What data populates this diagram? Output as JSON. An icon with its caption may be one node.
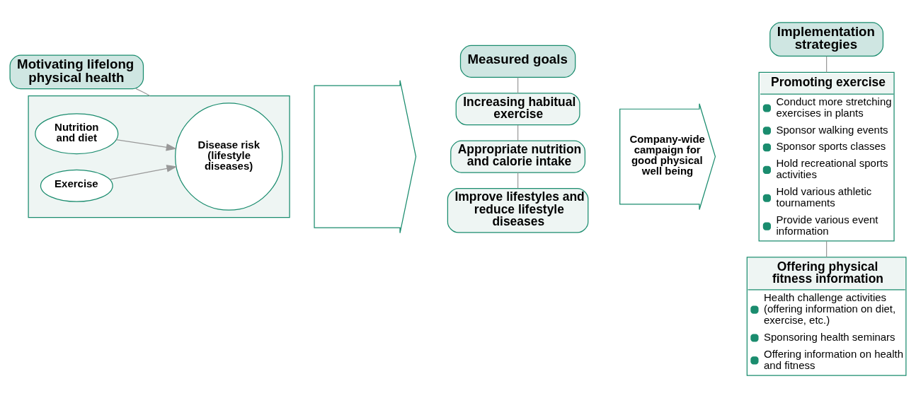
{
  "diagram": {
    "nodes": [
      {
        "text": [
          "Motivating lifelong physical health"
        ]
      },
      {
        "text": [],
        "shape": "box"
      },
      {
        "text": [
          "Nutrition and diet"
        ],
        "in": 1
      },
      {
        "text": [
          "Exercise"
        ],
        "in": 1
      },
      {
        "text": [
          "Disease risk (lifestyle diseases)"
        ],
        "in": 1
      },
      {
        "text": [],
        "shape": "arrow"
      },
      {
        "text": [
          "Measured goals"
        ]
      },
      {
        "text": [
          "Increasing habitual exercise"
        ]
      },
      {
        "text": [
          "Appropriate nutrition and calorie intake"
        ]
      },
      {
        "text": [
          "Improve lifestyles and reduce lifestyle diseases"
        ]
      },
      {
        "text": [
          "Company-wide campaign for good physical well being"
        ]
      },
      {
        "text": [
          "Implementation strategies"
        ]
      },
      {
        "text": [
          "Promoting exercise",
          "Conduct more stretching exercises in plants",
          "Sponsor walking events",
          "Sponsor sports classes",
          "Hold recreational sports activities",
          "Hold various athletic tournaments",
          "Provide various event information"
        ]
      },
      {
        "text": [
          "Offering physical fitness information",
          "Health challenge activities (offering information on diet, exercise, etc.)",
          "Sponsoring health seminars",
          "Offering information on health and fitness"
        ]
      }
    ],
    "edges": [
      {
        "from": 0,
        "to": 1,
        "arrow": "none"
      },
      {
        "from": 2,
        "to": 4,
        "arrow": "to",
        "color": "#999999"
      },
      {
        "from": 3,
        "to": 4,
        "arrow": "to",
        "color": "#999999"
      },
      {
        "from": 6,
        "to": 7,
        "arrow": "none"
      },
      {
        "from": 7,
        "to": 8,
        "arrow": "none"
      },
      {
        "from": 8,
        "to": 9,
        "arrow": "none"
      },
      {
        "from": 11,
        "to": 12,
        "arrow": "none"
      },
      {
        "from": 12,
        "to": 13,
        "arrow": "none"
      }
    ]
  }
}
